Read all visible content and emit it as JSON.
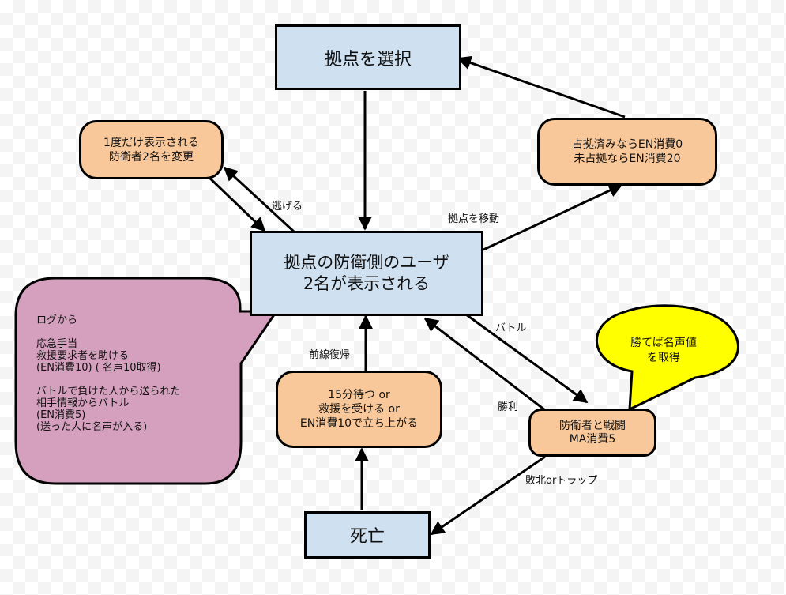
{
  "nodes": {
    "select_base": "拠点を選択",
    "change_defenders": "1度だけ表示される\n防衛者2名を変更",
    "en_cost": "占拠済みならEN消費0\n未占拠ならEN消費20",
    "defenders_shown": "拠点の防衛側のユーザ\n2名が表示される",
    "revive": "15分待つ or\n救援を受ける or\nEN消費10で立ち上がる",
    "battle": "防衛者と戦闘\nMA消費5",
    "death": "死亡"
  },
  "callouts": {
    "log": "ログから\n\n応急手当\n救援要求者を助ける\n(EN消費10) ( 名声10取得)\n\nバトルで負けた人から送られた\n相手情報からバトル\n(EN消費5)\n(送った人に名声が入る)",
    "win_fame": "勝てば名声値\nを取得"
  },
  "edge_labels": {
    "flee": "逃げる",
    "move_base": "拠点を移動",
    "return_front": "前線復帰",
    "battle": "バトル",
    "victory": "勝利",
    "defeat_or_trap": "敗北orトラップ"
  },
  "colors": {
    "process_box": "#cfe0f1",
    "state_box": "#f8c89a",
    "log_callout": "#d4a0bd",
    "fame_callout": "#ffff00",
    "stroke": "#000000"
  }
}
